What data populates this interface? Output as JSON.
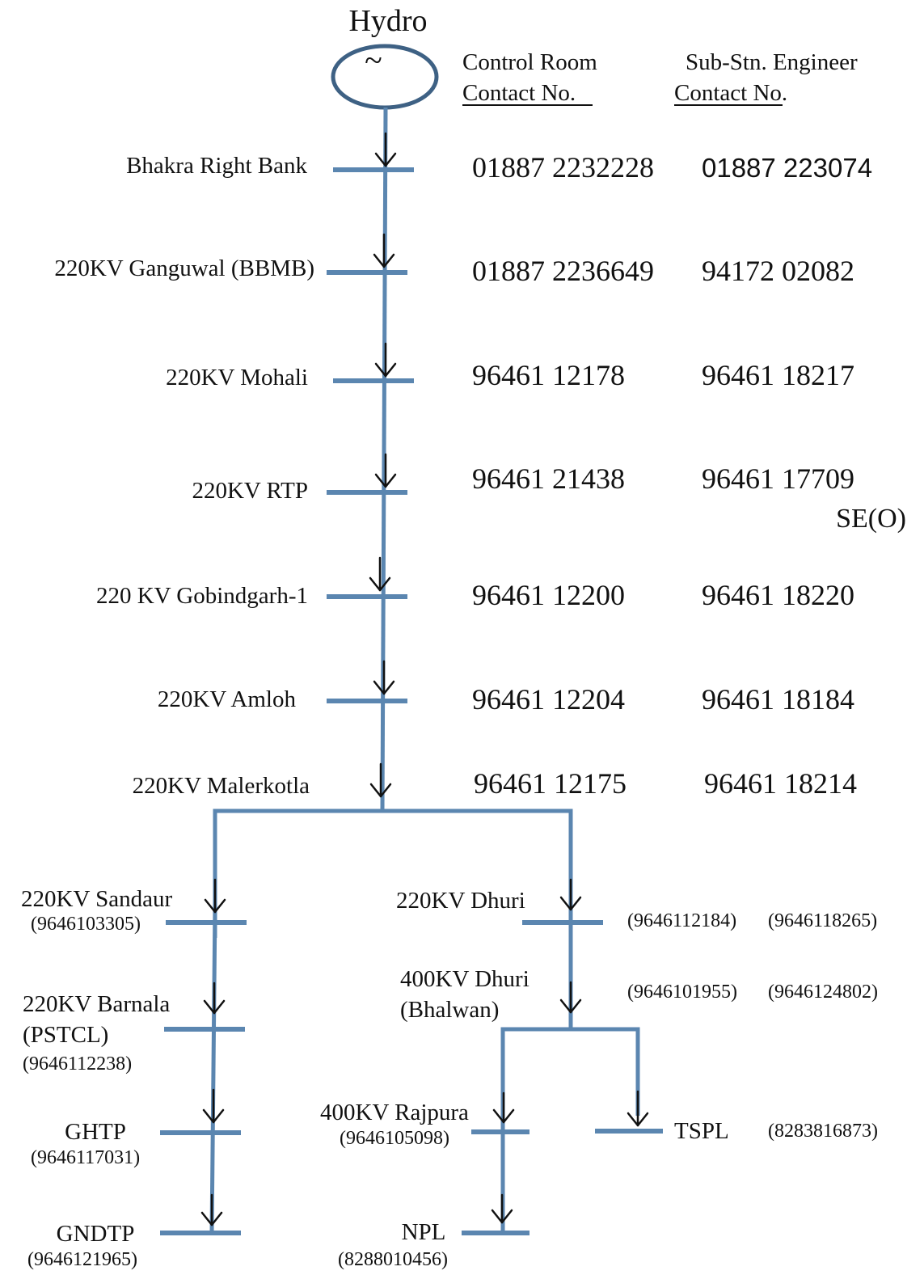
{
  "title": "Hydro",
  "generator_symbol": "~",
  "headers": {
    "control_room": [
      "Control Room",
      "Contact No."
    ],
    "engineer": [
      "Sub-Stn.  Engineer",
      "Contact No."
    ]
  },
  "main_chain": [
    {
      "name": "Bhakra  Right Bank",
      "control": "01887 2232228",
      "engineer": "01887 223074"
    },
    {
      "name": "220KV Ganguwal  (BBMB)",
      "control": "01887 2236649",
      "engineer": "94172 02082"
    },
    {
      "name": "220KV  Mohali",
      "control": "96461 12178",
      "engineer": "96461 18217"
    },
    {
      "name": "220KV RTP",
      "control": "96461 21438",
      "engineer": "96461 17709",
      "note": "SE(O)"
    },
    {
      "name": "220 KV  Gobindgarh-1",
      "control": "96461 12200",
      "engineer": "96461 18220"
    },
    {
      "name": "220KV  Amloh",
      "control": "96461 12204",
      "engineer": "96461 18184"
    },
    {
      "name": "220KV Malerkotla",
      "control": "96461 12175",
      "engineer": "96461 18214"
    }
  ],
  "left_branch": [
    {
      "name": "220KV Sandaur",
      "phone": "(9646103305)"
    },
    {
      "name": "220KV Barnala",
      "name2": "(PSTCL)",
      "phone": "(9646112238)"
    },
    {
      "name": "GHTP",
      "phone": "(9646117031)"
    },
    {
      "name": "GNDTP",
      "phone": "(9646121965)"
    }
  ],
  "right_branch": {
    "dhuri220": {
      "name": "220KV Dhuri",
      "phone_control": "(9646112184)",
      "phone_engineer": "(9646118265)"
    },
    "dhuri400": {
      "name": "400KV Dhuri",
      "name2": "(Bhalwan)",
      "phone_control": "(9646101955)",
      "phone_engineer": "(9646124802)"
    },
    "rajpura": {
      "name": "400KV Rajpura",
      "phone": "(9646105098)"
    },
    "tspl": {
      "name": "TSPL",
      "phone": "(8283816873)"
    },
    "npl": {
      "name": "NPL",
      "phone": "(8288010456)"
    }
  }
}
